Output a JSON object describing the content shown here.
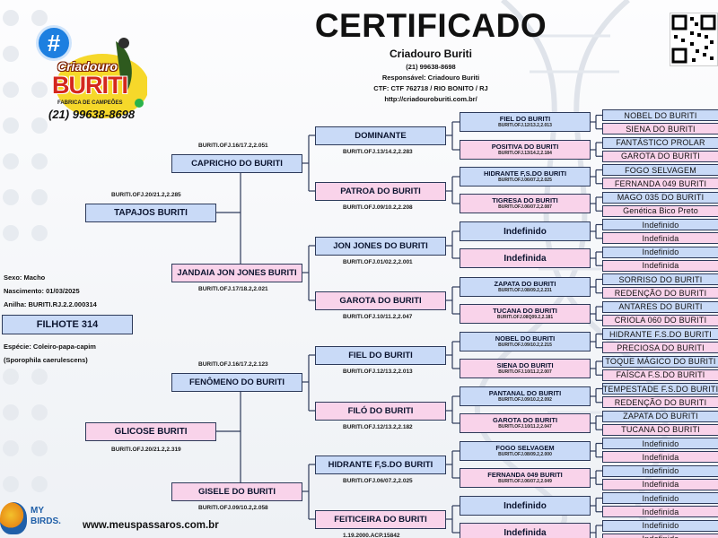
{
  "header": {
    "title": "CERTIFICADO",
    "breeder": "Criadouro Buriti",
    "phone": "(21) 99638-8698",
    "responsible": "Responsável: Criadouro Buriti",
    "ctf": "CTF: CTF 762718 / RIO BONITO / RJ",
    "url": "http://criadouroburiti.com.br/"
  },
  "logo": {
    "line1": "Criadouro",
    "line2": "BURITI",
    "tagline": "FABRICA DE CAMPEÕES",
    "phone": "(21) 99638-8698",
    "hash_symbol": "#"
  },
  "bird": {
    "sex": "Sexo: Macho",
    "birth": "Nascimento: 01/03/2025",
    "ring": "Anilha: BURITI.RJ.2.2.000314",
    "name": "FILHOTE 314",
    "species": "Espécie: Coleiro-papa-capim",
    "scientific": "(Sporophila caerulescens)"
  },
  "footer": {
    "brand_line1": "MY",
    "brand_line2": "BIRDS.",
    "url": "www.meuspassaros.com.br"
  },
  "pedigree": {
    "gen1": [
      {
        "name": "TAPAJOS BURITI",
        "ring": "BURITI.OFJ.20/21.2,2.285"
      },
      {
        "name": "GLICOSE BURITI",
        "ring": "BURITI.OFJ.20/21.2,2.319"
      }
    ],
    "gen2": [
      {
        "name": "CAPRICHO DO BURITI",
        "ring": "BURITI.OFJ.16/17.2,2.051"
      },
      {
        "name": "JANDAIA JON JONES BURITI",
        "ring": "BURITI.OFJ.17/18.2,2.021"
      },
      {
        "name": "FENÔMENO DO BURITI",
        "ring": "BURITI.OFJ.16/17.2,2.123"
      },
      {
        "name": "GISELE DO BURITI",
        "ring": "BURITI.OFJ.09/10.2,2.058"
      }
    ],
    "gen3": [
      {
        "name": "DOMINANTE",
        "ring": "BURITI.OFJ.13/14.2,2.283"
      },
      {
        "name": "PATROA DO BURITI",
        "ring": "BURITI.OFJ.09/10.2,2.208"
      },
      {
        "name": "JON JONES DO BURITI",
        "ring": "BURITI.OFJ.01/02.2,2.001"
      },
      {
        "name": "GAROTA DO BURITI",
        "ring": "BURITI.OFJ.10/11.2,2.047"
      },
      {
        "name": "FIEL DO BURITI",
        "ring": "BURITI.OFJ.12/13.2,2.013"
      },
      {
        "name": "FILÓ DO BURITI",
        "ring": "BURITI.OFJ.12/13.2,2.182"
      },
      {
        "name": "HIDRANTE F,S.DO BURITI",
        "ring": "BURITI.OFJ.06/07.2,2.025"
      },
      {
        "name": "FEITICEIRA DO BURITI",
        "ring": "1.19.2000.ACP.15842"
      }
    ],
    "gen4": [
      {
        "name": "FIEL DO BURITI",
        "ring": "BURITI.OFJ.12/13.2,2.013"
      },
      {
        "name": "POSITIVA DO BURITI",
        "ring": "BURITI.OFJ.13/14.2,2.184"
      },
      {
        "name": "HIDRANTE F,S.DO BURITI",
        "ring": "BURITI.OFJ.06/07.2,2.025"
      },
      {
        "name": "TIGRESA DO BURITI",
        "ring": "BURITI.OFJ.06/07.2,2.087"
      },
      {
        "name": "Indefinido",
        "ring": ""
      },
      {
        "name": "Indefinida",
        "ring": ""
      },
      {
        "name": "ZAPATA DO BURITI",
        "ring": "BURITI.OFJ.08/09.2,2.231"
      },
      {
        "name": "TUCANA DO BURITI",
        "ring": "BURITI.OFJ.08Q09.2,2.181"
      },
      {
        "name": "NOBEL DO BURITI",
        "ring": "BURITI.OFJ.09/10.2,2.215"
      },
      {
        "name": "SIENA DO BURITI",
        "ring": "BURITI.OFJ.10/11.2,2.007"
      },
      {
        "name": "PANTANAL DO BURITI",
        "ring": "BURITI.OFJ.09/10.2,2.092"
      },
      {
        "name": "GAROTA DO BURITI",
        "ring": "BURITI.OFJ.10/11.2,2.047"
      },
      {
        "name": "FOGO SELVAGEM",
        "ring": "BURITI.OFJ.08/09.2,2.000"
      },
      {
        "name": "FERNANDA 049 BURITI",
        "ring": "BURITI.OFJ.06/07.2,2.049"
      },
      {
        "name": "Indefinido",
        "ring": ""
      },
      {
        "name": "Indefinida",
        "ring": ""
      }
    ],
    "gen5": [
      "NOBEL DO BURITI",
      "SIENA DO BURITI",
      "FANTÁSTICO PROLAR",
      "GAROTA DO BURITI",
      "FOGO SELVAGEM",
      "FERNANDA 049 BURITI",
      "MAGO 035 DO BURITI",
      "Genética Bico Preto",
      "Indefinido",
      "Indefinida",
      "Indefinido",
      "Indefinida",
      "SORRISO DO BURITI",
      "REDENÇÃO DO BURITI",
      "ANTARES DO BURITI",
      "CRIOLA 060 DO BURITI",
      "HIDRANTE F.S.DO BURITI",
      "PRECIOSA DO BURITI",
      "TOQUE MÁGICO DO BURITI",
      "FAÍSCA F.S.DO BURITI",
      "TEMPESTADE F.S.DO BURITI",
      "REDENÇÃO DO BURITI",
      "ZAPATA DO BURITI",
      "TUCANA DO BURITI",
      "Indefinido",
      "Indefinida",
      "Indefinido",
      "Indefinida",
      "Indefinido",
      "Indefinida",
      "Indefinido",
      "Indefinida"
    ]
  },
  "colors": {
    "male": "#c9daf7",
    "female": "#f9d3ea",
    "line": "#2d3a5a"
  }
}
